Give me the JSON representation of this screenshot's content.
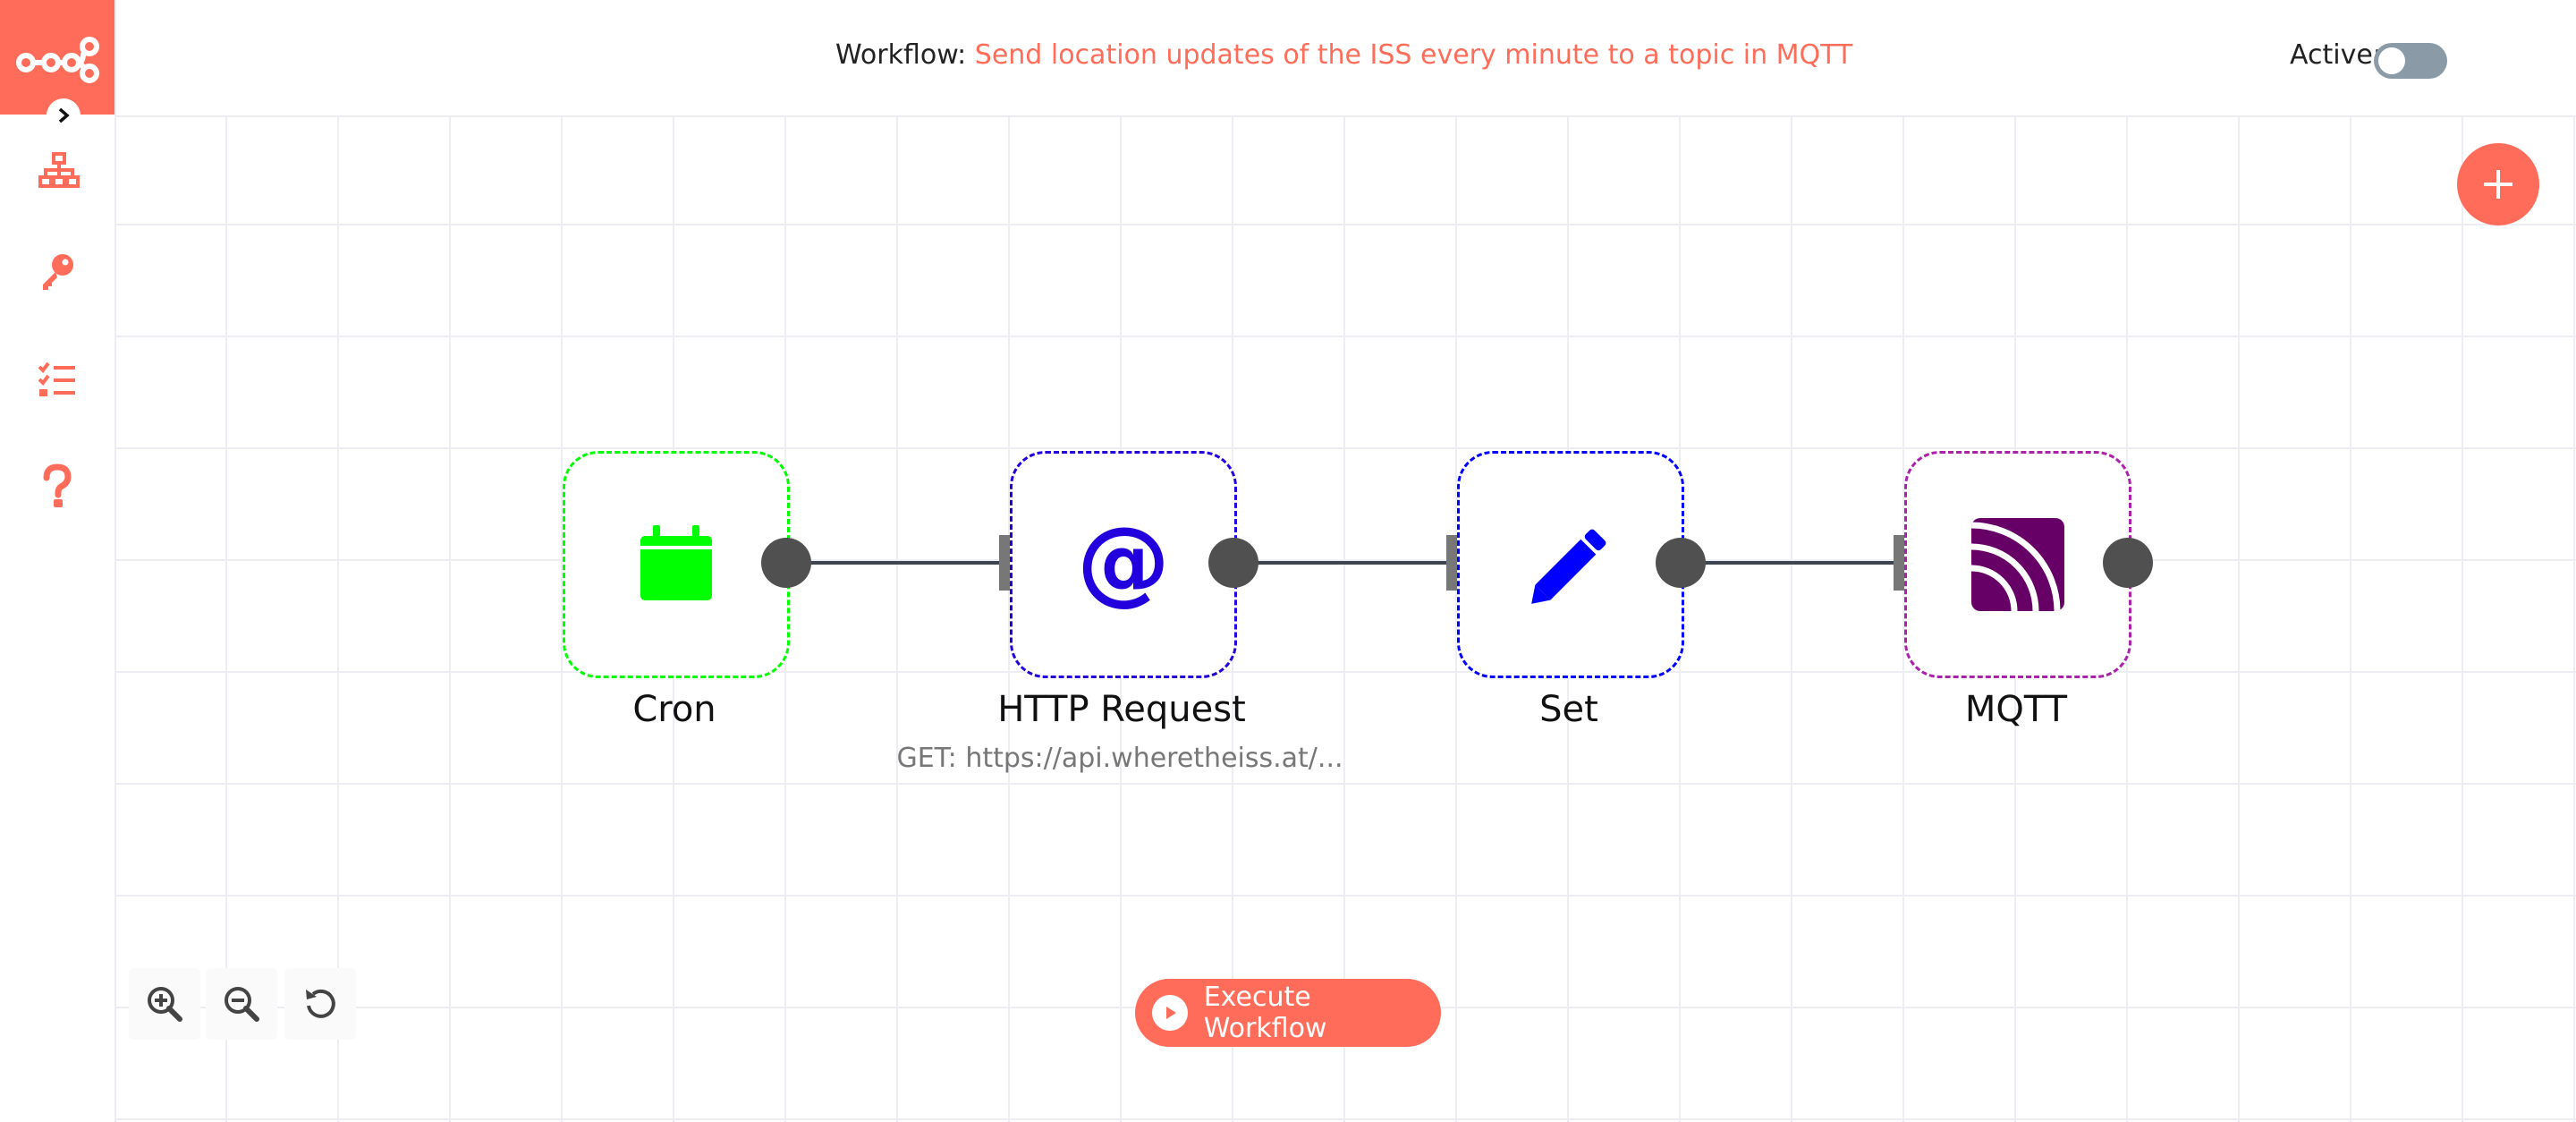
{
  "header": {
    "workflow_label": "Workflow:",
    "workflow_name": "Send location updates of the ISS every minute to a topic in MQTT",
    "active_label": "Active:",
    "active": false
  },
  "sidebar": {
    "items": [
      {
        "icon": "chevron-right-icon"
      },
      {
        "icon": "network-icon"
      },
      {
        "icon": "key-icon"
      },
      {
        "icon": "tasks-icon"
      },
      {
        "icon": "question-icon"
      }
    ]
  },
  "nodes": [
    {
      "label": "Cron",
      "icon": "calendar-icon",
      "color": "#00ff00"
    },
    {
      "label": "HTTP Request",
      "subtitle": "GET: https://api.wheretheiss.at/...",
      "icon": "at-icon",
      "color": "#2200dd"
    },
    {
      "label": "Set",
      "icon": "pencil-icon",
      "color": "#0000ff"
    },
    {
      "label": "MQTT",
      "icon": "mqtt-icon",
      "color": "#660066"
    }
  ],
  "controls": {
    "execute_label": "Execute Workflow"
  },
  "colors": {
    "accent": "#ff6d5a"
  }
}
